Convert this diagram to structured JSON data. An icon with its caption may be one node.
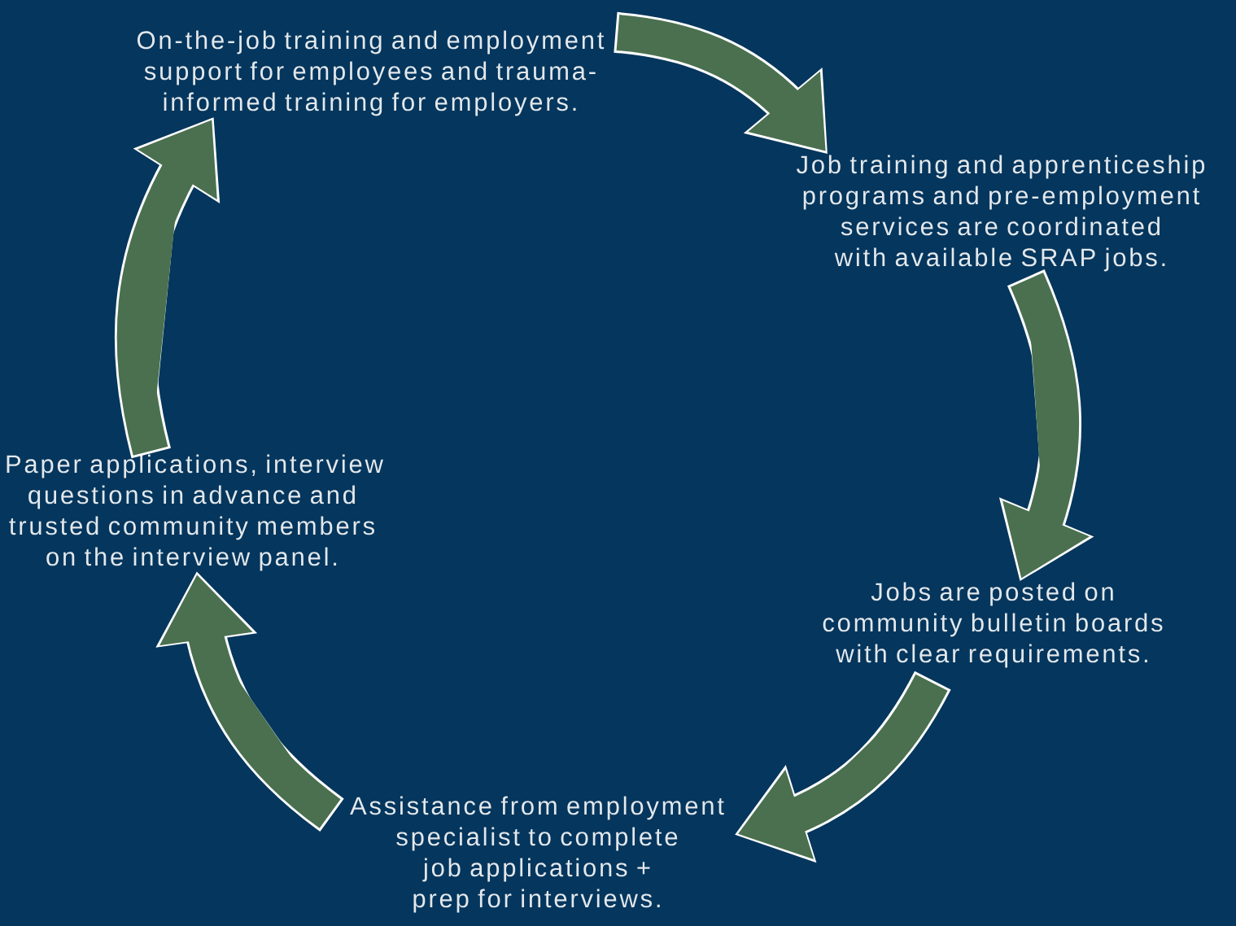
{
  "diagram": {
    "nodes": [
      {
        "text": [
          "On-the-job training and employment support for employees and trauma-informed training for employers."
        ]
      },
      {
        "text": [
          "Job training and apprenticeship programs and pre-employment services are coordinated with available SRAP jobs."
        ]
      },
      {
        "text": [
          "Jobs are posted on community bulletin boards with clear requirements."
        ]
      },
      {
        "text": [
          "Assistance from employment specialist to complete job applications + prep for interviews."
        ]
      },
      {
        "text": [
          "Paper applications, interview questions in advance and trusted community members on the interview panel."
        ]
      }
    ],
    "edges": [
      {
        "from": 0,
        "to": 1,
        "arrow": "to"
      },
      {
        "from": 1,
        "to": 2,
        "arrow": "to"
      },
      {
        "from": 2,
        "to": 3,
        "arrow": "to"
      },
      {
        "from": 3,
        "to": 4,
        "arrow": "to"
      },
      {
        "from": 4,
        "to": 0,
        "arrow": "to"
      }
    ]
  }
}
